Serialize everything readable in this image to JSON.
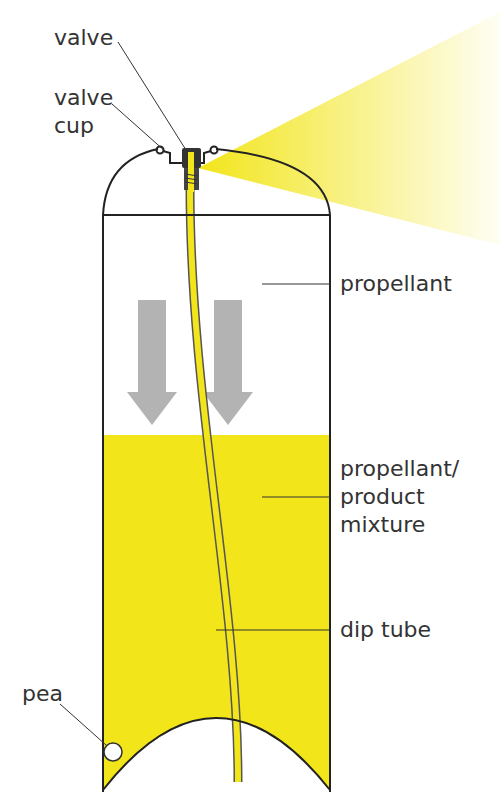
{
  "diagram": {
    "labels": [
      "valve",
      "valve cup",
      "propellant",
      "propellant/ product mixture",
      "dip tube",
      "pea"
    ]
  }
}
